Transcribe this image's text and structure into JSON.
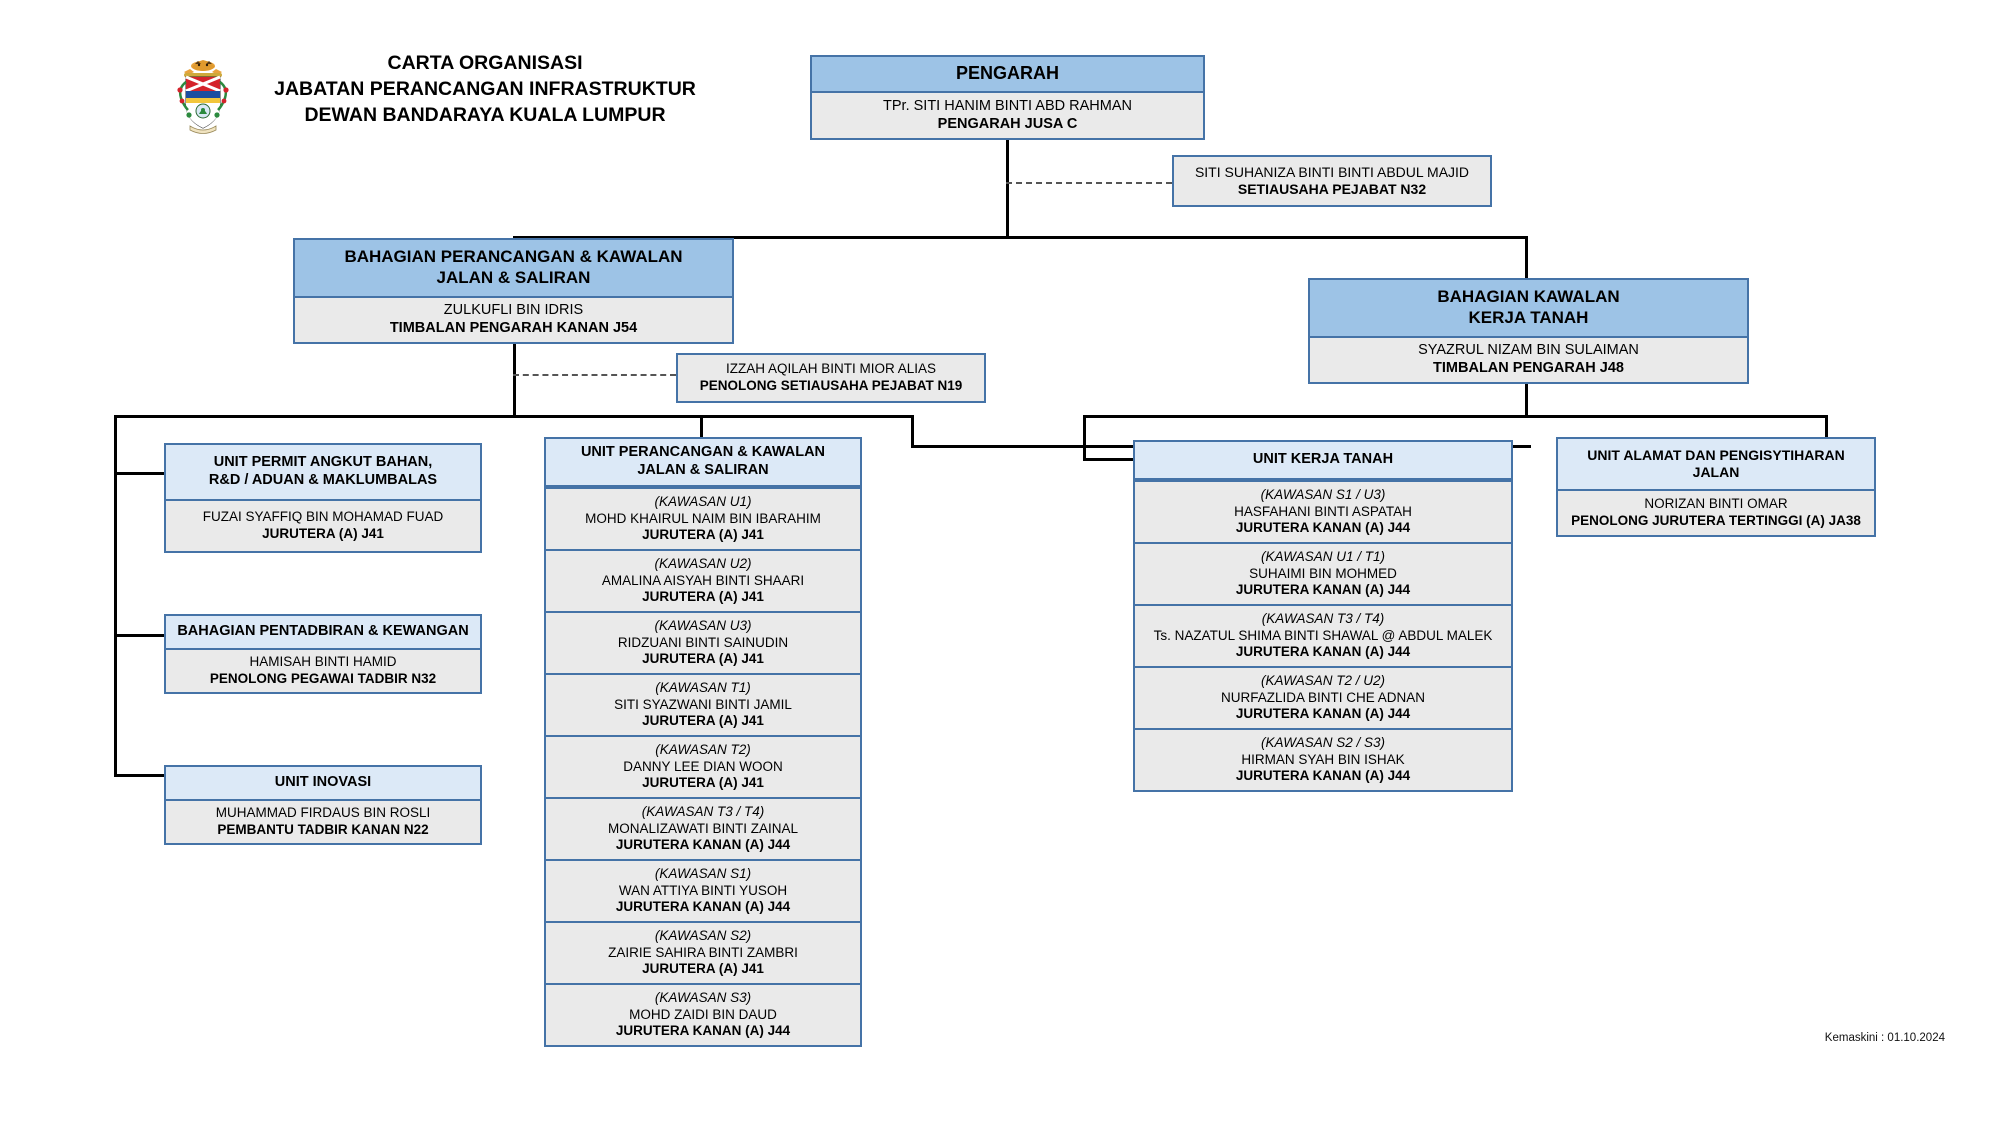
{
  "header": {
    "crest_icon": "kuala-lumpur-coat-of-arms-icon",
    "title_line1": "CARTA ORGANISASI",
    "title_line2": "JABATAN PERANCANGAN INFRASTRUKTUR",
    "title_line3": "DEWAN BANDARAYA KUALA LUMPUR"
  },
  "footer": {
    "updated": "Kemaskini : 01.10.2024"
  },
  "colors": {
    "header_blue": "#9dc3e6",
    "header_light_blue": "#dce9f7",
    "body_grey": "#eaeaea",
    "border_blue": "#4573a7",
    "line_black": "#000000"
  },
  "director": {
    "title": "PENGARAH",
    "name": "TPr. SITI HANIM BINTI ABD RAHMAN",
    "position": "PENGARAH JUSA C"
  },
  "director_secretary": {
    "name": "SITI SUHANIZA BINTI BINTI ABDUL MAJID",
    "position": "SETIAUSAHA PEJABAT N32"
  },
  "division_left": {
    "title_line1": "BAHAGIAN PERANCANGAN &  KAWALAN",
    "title_line2": "JALAN & SALIRAN",
    "name": "ZULKUFLI BIN IDRIS",
    "position": "TIMBALAN PENGARAH KANAN J54"
  },
  "division_left_secretary": {
    "name": "IZZAH AQILAH BINTI MIOR ALIAS",
    "position": "PENOLONG SETIAUSAHA PEJABAT N19"
  },
  "division_right": {
    "title_line1": "BAHAGIAN KAWALAN",
    "title_line2": "KERJA TANAH",
    "name": "SYAZRUL NIZAM BIN SULAIMAN",
    "position": "TIMBALAN PENGARAH J48"
  },
  "unit_permit": {
    "title_line1": "UNIT  PERMIT ANGKUT BAHAN,",
    "title_line2": "R&D / ADUAN & MAKLUMBALAS",
    "name": "FUZAI SYAFFIQ BIN MOHAMAD FUAD",
    "position": "JURUTERA (A) J41"
  },
  "unit_pentadbiran": {
    "title_line1": "BAHAGIAN PENTADBIRAN & KEWANGAN",
    "title_line2": "",
    "name": "HAMISAH BINTI HAMID",
    "position": "PENOLONG PEGAWAI TADBIR N32"
  },
  "unit_inovasi": {
    "title_line1": "UNIT INOVASI",
    "title_line2": "",
    "name": "MUHAMMAD FIRDAUS BIN ROSLI",
    "position": "PEMBANTU TADBIR KANAN N22"
  },
  "unit_perancangan": {
    "title_line1": "UNIT PERANCANGAN & KAWALAN",
    "title_line2": "JALAN & SALIRAN",
    "rows": [
      {
        "zone": "(KAWASAN U1)",
        "name": "MOHD KHAIRUL NAIM BIN IBARAHIM",
        "position": "JURUTERA (A) J41"
      },
      {
        "zone": "(KAWASAN U2)",
        "name": "AMALINA AISYAH BINTI SHAARI",
        "position": "JURUTERA (A) J41"
      },
      {
        "zone": "(KAWASAN U3)",
        "name": "RIDZUANI BINTI SAINUDIN",
        "position": "JURUTERA (A) J41"
      },
      {
        "zone": "(KAWASAN T1)",
        "name": "SITI SYAZWANI BINTI JAMIL",
        "position": "JURUTERA (A) J41"
      },
      {
        "zone": "(KAWASAN T2)",
        "name": "DANNY LEE DIAN WOON",
        "position": "JURUTERA (A) J41"
      },
      {
        "zone": "(KAWASAN T3 / T4)",
        "name": "MONALIZAWATI BINTI ZAINAL",
        "position": "JURUTERA KANAN (A) J44"
      },
      {
        "zone": "(KAWASAN S1)",
        "name": "WAN ATTIYA  BINTI YUSOH",
        "position": "JURUTERA KANAN (A) J44"
      },
      {
        "zone": "(KAWASAN S2)",
        "name": "ZAIRIE SAHIRA BINTI ZAMBRI",
        "position": "JURUTERA (A) J41"
      },
      {
        "zone": "(KAWASAN S3)",
        "name": "MOHD ZAIDI BIN DAUD",
        "position": "JURUTERA KANAN (A) J44"
      }
    ]
  },
  "unit_kerja_tanah": {
    "title_line1": "UNIT KERJA TANAH",
    "title_line2": "",
    "rows": [
      {
        "zone": "(KAWASAN S1 / U3)",
        "name": "HASFAHANI BINTI ASPATAH",
        "position": "JURUTERA KANAN (A) J44"
      },
      {
        "zone": "(KAWASAN U1 / T1)",
        "name": "SUHAIMI BIN MOHMED",
        "position": "JURUTERA KANAN (A) J44"
      },
      {
        "zone": "(KAWASAN T3 / T4)",
        "name": "Ts. NAZATUL SHIMA BINTI SHAWAL @ ABDUL MALEK",
        "position": "JURUTERA KANAN (A) J44"
      },
      {
        "zone": "(KAWASAN T2 / U2)",
        "name": "NURFAZLIDA BINTI CHE ADNAN",
        "position": "JURUTERA KANAN (A) J44"
      },
      {
        "zone": "(KAWASAN S2 / S3)",
        "name": "HIRMAN SYAH BIN ISHAK",
        "position": "JURUTERA KANAN (A) J44"
      }
    ]
  },
  "unit_alamat": {
    "title_line1": "UNIT ALAMAT DAN PENGISYTIHARAN",
    "title_line2": "JALAN",
    "name": "NORIZAN BINTI OMAR",
    "position": "PENOLONG JURUTERA TERTINGGI (A) JA38"
  }
}
